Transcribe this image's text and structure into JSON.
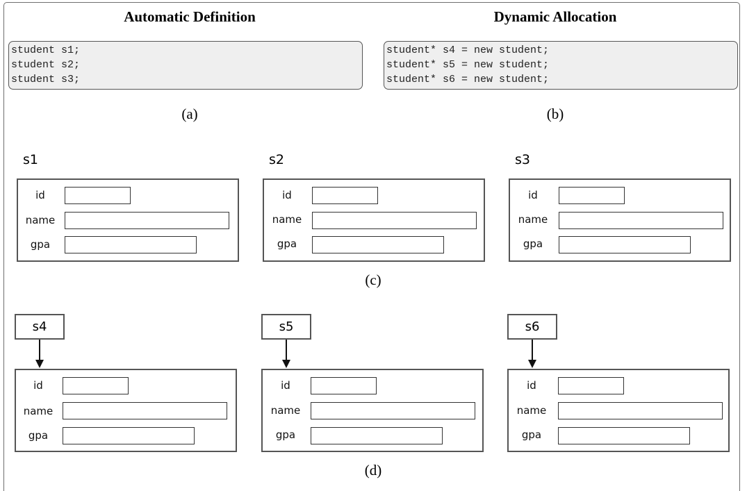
{
  "headings": {
    "automatic": "Automatic Definition",
    "dynamic": "Dynamic Allocation"
  },
  "code": {
    "automatic": [
      "student s1;",
      "student s2;",
      "student s3;"
    ],
    "dynamic": [
      "student* s4 = new student;",
      "student* s5 = new student;",
      "student* s6 = new student;"
    ]
  },
  "captions": {
    "a": "(a)",
    "b": "(b)",
    "c": "(c)",
    "d": "(d)"
  },
  "fields": {
    "id": "id",
    "name": "name",
    "gpa": "gpa"
  },
  "automatic_objects": [
    "s1",
    "s2",
    "s3"
  ],
  "dynamic_pointers": [
    "s4",
    "s5",
    "s6"
  ]
}
